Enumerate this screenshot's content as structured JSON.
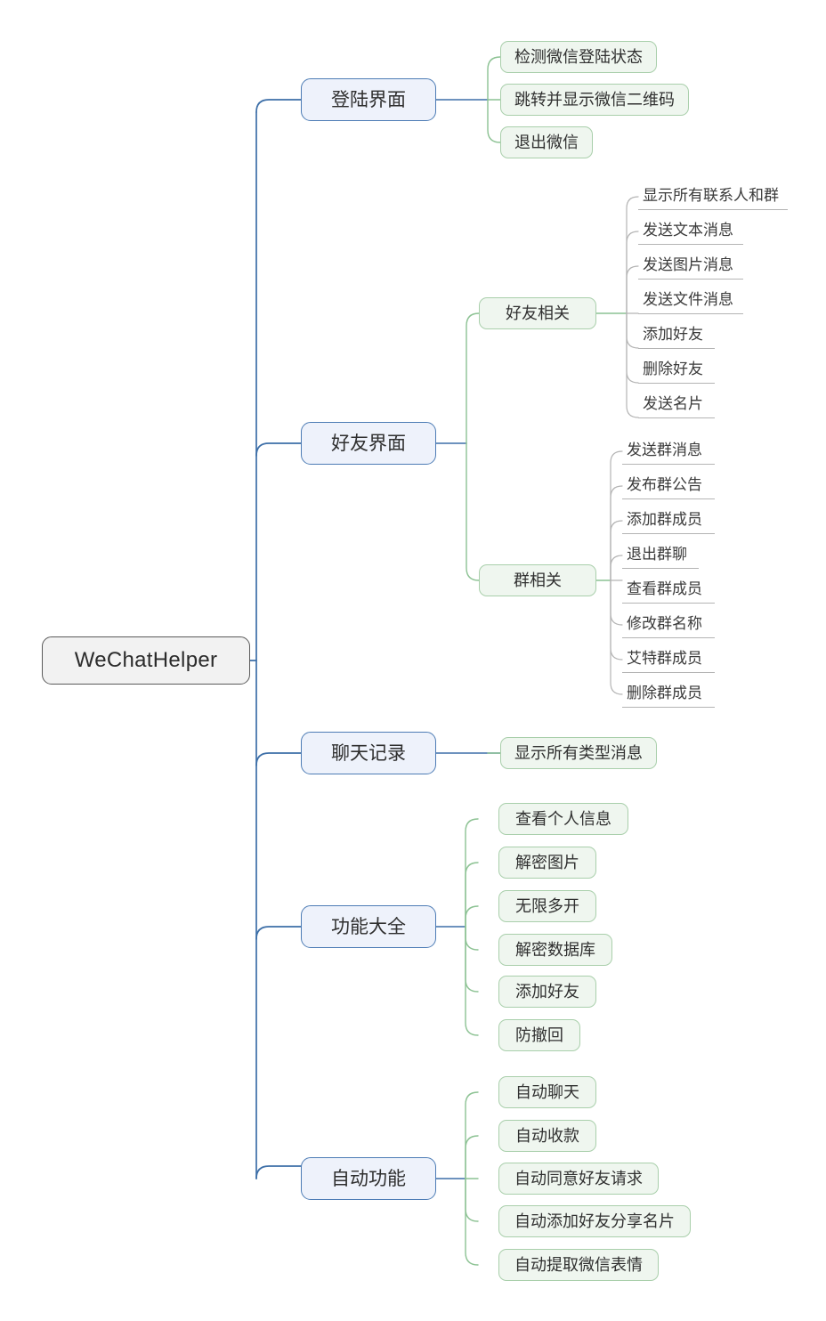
{
  "diagram": {
    "type": "mind-map",
    "title": "WeChatHelper",
    "orientation": "left-to-right",
    "colors": {
      "background": "#ffffff",
      "root_fill": "#f2f2f2",
      "root_border": "#5a5a5a",
      "level1_fill": "#eef2fb",
      "level1_border": "#4d7cb5",
      "level2_fill": "#eff6ef",
      "level2_border": "#a9cfab",
      "level3_underline": "#b4b4b4",
      "trunk_line": "#3d6fa8",
      "green_line": "#8cc293",
      "gray_line": "#b4b4b4"
    }
  },
  "root": {
    "label": "WeChatHelper"
  },
  "branches": [
    {
      "label": "登陆界面",
      "children": [
        {
          "label": "检测微信登陆状态"
        },
        {
          "label": "跳转并显示微信二维码"
        },
        {
          "label": "退出微信"
        }
      ]
    },
    {
      "label": "好友界面",
      "children": [
        {
          "label": "好友相关",
          "children": [
            {
              "label": "显示所有联系人和群"
            },
            {
              "label": "发送文本消息"
            },
            {
              "label": "发送图片消息"
            },
            {
              "label": "发送文件消息"
            },
            {
              "label": "添加好友"
            },
            {
              "label": "删除好友"
            },
            {
              "label": "发送名片"
            }
          ]
        },
        {
          "label": "群相关",
          "children": [
            {
              "label": "发送群消息"
            },
            {
              "label": "发布群公告"
            },
            {
              "label": "添加群成员"
            },
            {
              "label": "退出群聊"
            },
            {
              "label": "查看群成员"
            },
            {
              "label": "修改群名称"
            },
            {
              "label": "艾特群成员"
            },
            {
              "label": "删除群成员"
            }
          ]
        }
      ]
    },
    {
      "label": "聊天记录",
      "children": [
        {
          "label": "显示所有类型消息"
        }
      ]
    },
    {
      "label": "功能大全",
      "children": [
        {
          "label": "查看个人信息"
        },
        {
          "label": "解密图片"
        },
        {
          "label": "无限多开"
        },
        {
          "label": "解密数据库"
        },
        {
          "label": "添加好友"
        },
        {
          "label": "防撤回"
        }
      ]
    },
    {
      "label": "自动功能",
      "children": [
        {
          "label": "自动聊天"
        },
        {
          "label": "自动收款"
        },
        {
          "label": "自动同意好友请求"
        },
        {
          "label": "自动添加好友分享名片"
        },
        {
          "label": "自动提取微信表情"
        }
      ]
    }
  ]
}
